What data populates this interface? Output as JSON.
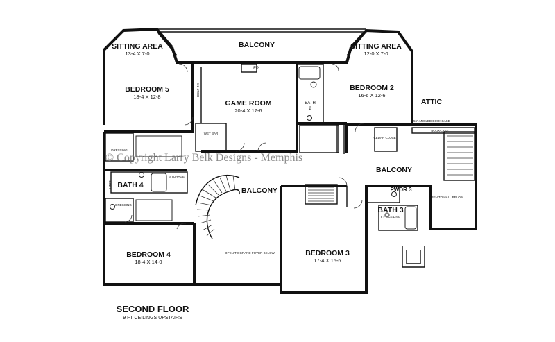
{
  "watermark": "© Copyright Larry Belk Designs - Memphis",
  "title": "SECOND FLOOR",
  "subtitle": "9 FT CEILINGS UPSTAIRS",
  "rooms": {
    "sitting_left": {
      "name": "SITTING AREA",
      "dims": "13-4 X 7-0"
    },
    "sitting_right": {
      "name": "SITTING AREA",
      "dims": "12-0 X 7-0"
    },
    "balcony_top": {
      "name": "BALCONY"
    },
    "bedroom5": {
      "name": "BEDROOM 5",
      "dims": "18-4 X 12-8"
    },
    "game_room": {
      "name": "GAME ROOM",
      "dims": "20-4 X 17-6"
    },
    "bedroom2": {
      "name": "BEDROOM 2",
      "dims": "16-6 X 12-6"
    },
    "bath2": {
      "name": "BATH",
      "num": "2"
    },
    "attic": {
      "name": "ATTIC"
    },
    "bath4": {
      "name": "BATH 4"
    },
    "balcony_mid": {
      "name": "BALCONY"
    },
    "balcony_right": {
      "name": "BALCONY"
    },
    "pwdr3": {
      "name": "PWDR 3"
    },
    "bath3": {
      "name": "BATH 3",
      "note": "8 FT CEILING"
    },
    "bedroom4": {
      "name": "BEDROOM 4",
      "dims": "18-4 X 14-0"
    },
    "bedroom3": {
      "name": "BEDROOM 3",
      "dims": "17-4 X 15-6"
    }
  },
  "notes": {
    "fp": "FP",
    "built_ins": "BUILT INS",
    "wet_bar": "WET BAR",
    "dressing_top": "DRESSING",
    "dressing_bottom": "DRESSING",
    "linen": "LINEN",
    "storage": "STORAGE",
    "bookcase": "BOOKCASE",
    "angled_bookcase": "56\" ANGLED BOOKCASE",
    "cedar_closet": "CEDAR CLOSET",
    "open_grand_foyer": "OPEN TO GRAND FOYER BELOW",
    "open_hall": "OPEN TO HALL BELOW"
  }
}
